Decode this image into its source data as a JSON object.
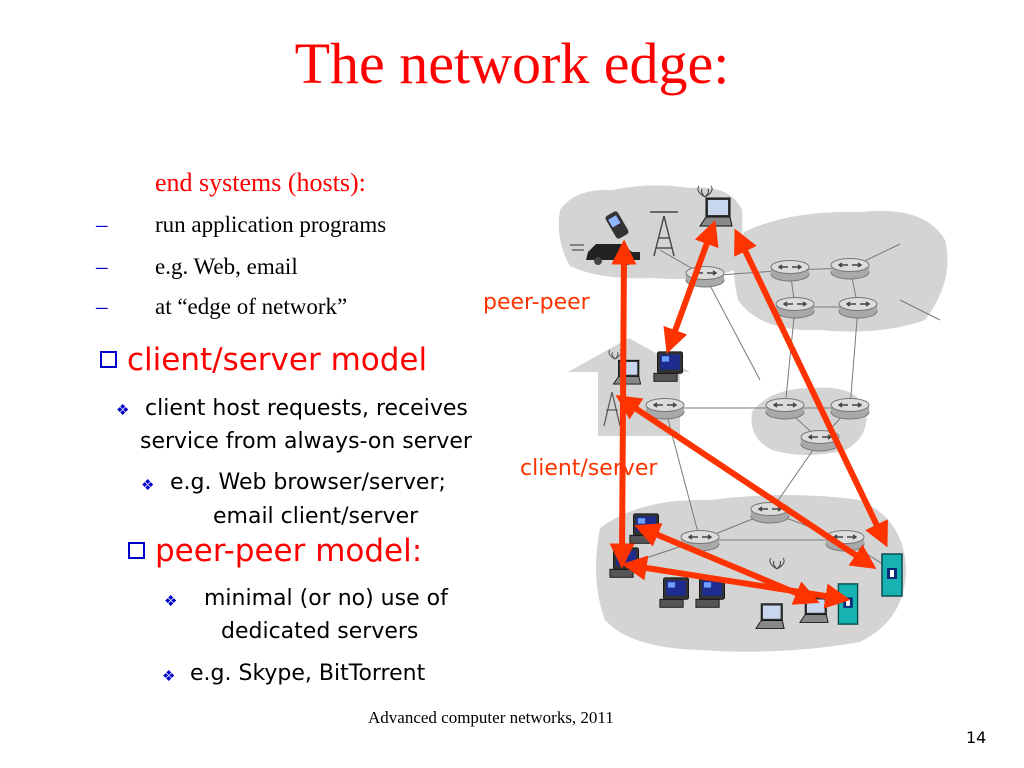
{
  "title": "The network edge:",
  "end_systems": {
    "heading": "end systems (hosts):",
    "items": [
      {
        "bullet": "–",
        "text": "run application programs"
      },
      {
        "bullet": "–",
        "text": "e.g. Web, email"
      },
      {
        "bullet": "–",
        "text": "at “edge of network”"
      }
    ]
  },
  "client_server": {
    "heading": "client/server model",
    "point1_line1": "client host requests, receives",
    "point1_line2": "service from always-on server",
    "point2_line1": "e.g. Web browser/server;",
    "point2_line2": "email client/server"
  },
  "peer_peer": {
    "heading": "peer-peer model:",
    "point1_line1": "minimal (or no) use of",
    "point1_line2": "dedicated servers",
    "point2": "e.g. Skype,  BitTorrent"
  },
  "diagram": {
    "label_peer": "peer-peer",
    "label_client_server": "client/server",
    "arrow_color": "#ff3300"
  },
  "footer": {
    "text": "Advanced computer networks, 2011",
    "page": "14"
  },
  "colors": {
    "title": "#ff0000",
    "bullet_marker": "#0000cc",
    "network_cloud": "#d4d4d4"
  }
}
